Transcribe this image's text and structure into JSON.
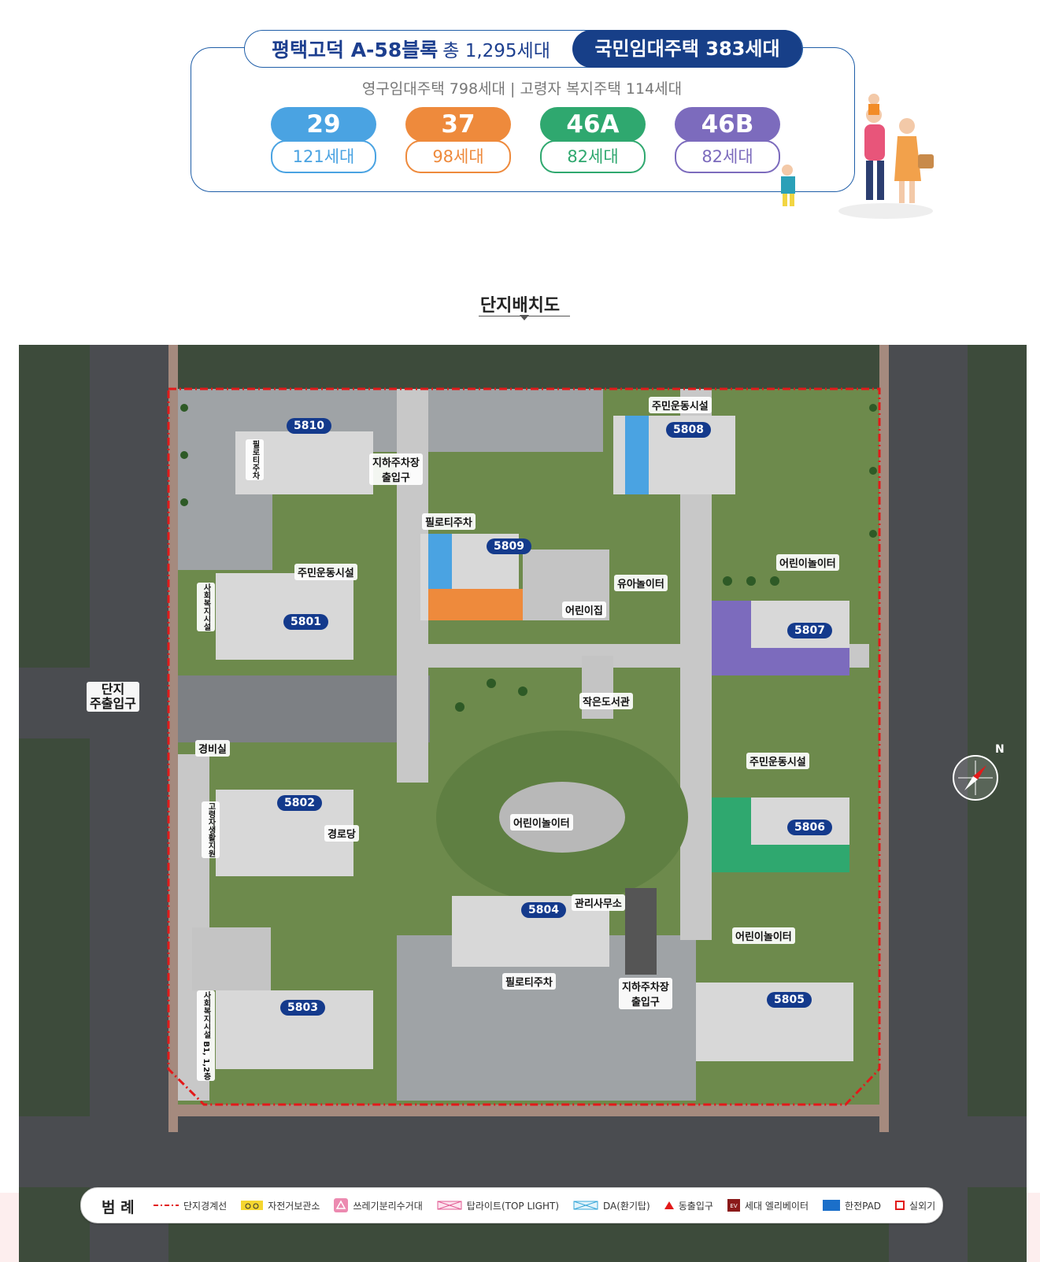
{
  "header": {
    "complex_name": "평택고덕 A-58블록",
    "total": "총 1,295세대",
    "national_rental": "국민임대주택 383세대",
    "subline": "영구임대주택 798세대  |  고령자 복지주택 114세대"
  },
  "units": [
    {
      "size": "29",
      "count": "121세대",
      "color": "#4aa3e2"
    },
    {
      "size": "37",
      "count": "98세대",
      "color": "#ee8a3c"
    },
    {
      "size": "46A",
      "count": "82세대",
      "color": "#2fa86f"
    },
    {
      "size": "46B",
      "count": "82세대",
      "color": "#7c6bbd"
    }
  ],
  "section_title": "단지배치도",
  "map": {
    "buildings": [
      "5810",
      "5809",
      "5808",
      "5801",
      "5807",
      "5802",
      "5806",
      "5804",
      "5803",
      "5805"
    ],
    "labels": {
      "jumin1": "주민운동시설",
      "jumin2": "주민운동시설",
      "jumin3": "주민운동시설",
      "parking_entrance1": "지하주차장\n출입구",
      "parking_entrance2": "지하주차장\n출입구",
      "pilotis1": "필로티주차",
      "pilotis2": "필로티주차",
      "pilotis3": "필로티주차",
      "playground1": "어린이놀이터",
      "playground2": "어린이놀이터",
      "playground3": "어린이놀이터",
      "infant_play": "유아놀이터",
      "daycare": "어린이집",
      "library": "작은도서관",
      "guard": "경비실",
      "senior_center": "경로당",
      "office": "관리사무소",
      "main_entrance": "단지\n주출입구",
      "social_welfare": "사회복지시설",
      "social_welfare2": "사회복지시설 B1, 1,2층",
      "senior_life": "고령자생활지원"
    },
    "compass": "N"
  },
  "legend": {
    "title": "범 례",
    "items": [
      {
        "label": "단지경계선",
        "icon": "boundary-line"
      },
      {
        "label": "자전거보관소",
        "icon": "bicycle-icon"
      },
      {
        "label": "쓰레기분리수거대",
        "icon": "recycle-icon"
      },
      {
        "label": "탑라이트(TOP LIGHT)",
        "icon": "toplight-icon"
      },
      {
        "label": "DA(환기탑)",
        "icon": "da-icon"
      },
      {
        "label": "동출입구",
        "icon": "entrance-triangle-icon"
      },
      {
        "label": "세대 엘리베이터",
        "icon": "elevator-icon"
      },
      {
        "label": "한전PAD",
        "icon": "pad-icon"
      },
      {
        "label": "실외기",
        "icon": "outdoor-unit-icon"
      }
    ]
  }
}
